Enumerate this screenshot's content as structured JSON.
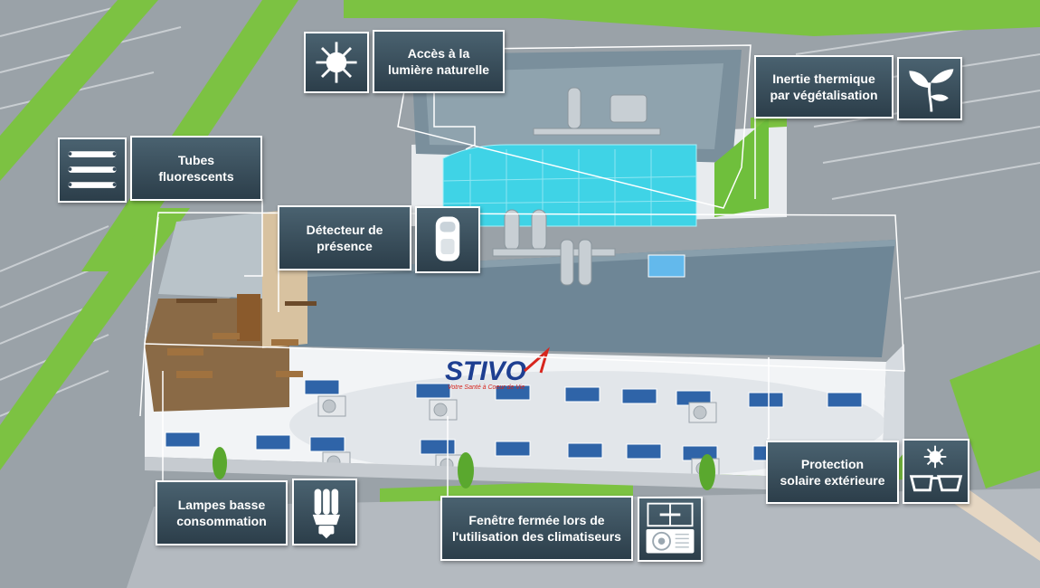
{
  "logo": {
    "name": "STIVO",
    "tagline": "Votre Santé à Coeur de Vie"
  },
  "callouts": {
    "natural_light": "Accès à la\nlumière naturelle",
    "green_roof": "Inertie thermique\npar végétalisation",
    "fluorescent": "Tubes\nfluorescents",
    "presence": "Détecteur de\nprésence",
    "sun_protection": "Protection\nsolaire extérieure",
    "low_energy": "Lampes basse\nconsommation",
    "window_closed": "Fenêtre fermée lors de\nl'utilisation des climatiseurs"
  },
  "icons": {
    "natural_light": "sun-icon",
    "green_roof": "plant-icon",
    "fluorescent": "fluorescent-tubes-icon",
    "presence": "motion-sensor-icon",
    "sun_protection": "sun-glasses-icon",
    "low_energy": "cfl-bulb-icon",
    "window_closed": "window-air-conditioner-icon"
  },
  "colors": {
    "callout_bg": "#34495a",
    "grass": "#7cc242",
    "glass": "#3fd3e6",
    "roof": "#6e8696",
    "brand_blue": "#1e3f91",
    "brand_red": "#d7261e"
  }
}
